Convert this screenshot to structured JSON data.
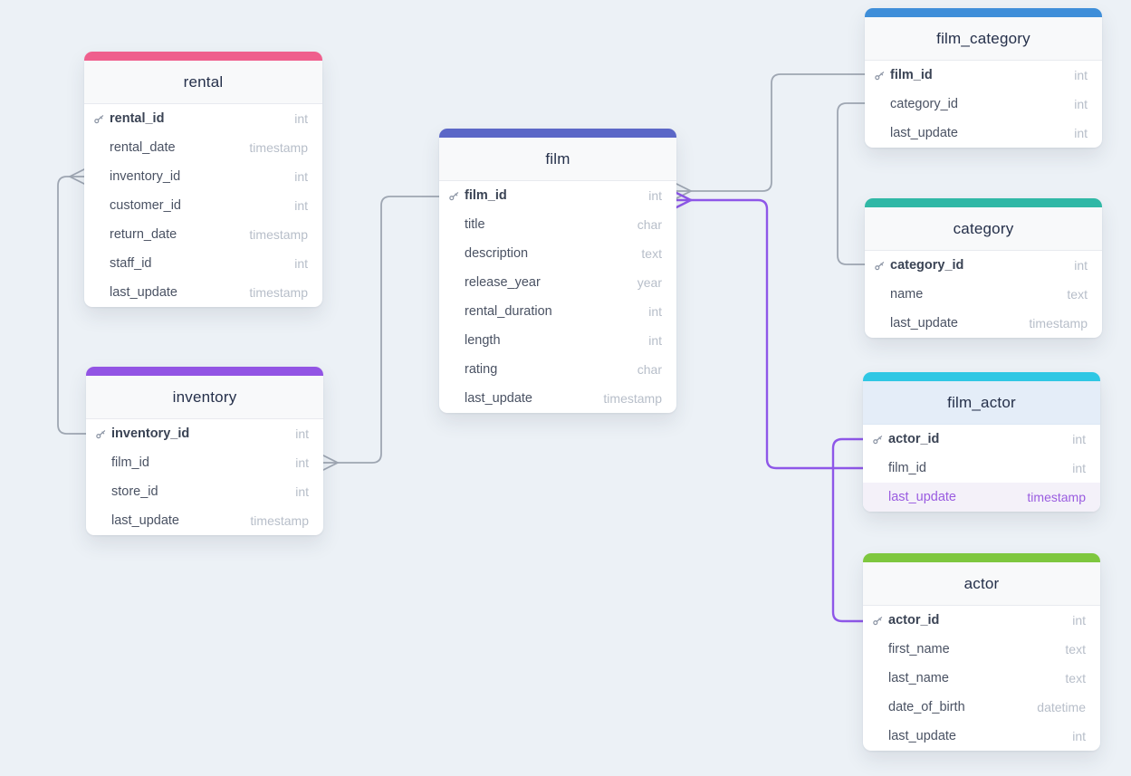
{
  "theme": {
    "canvas_bg": "#ecf1f6",
    "card_bg": "#ffffff",
    "title_bg": "#f8f9fa",
    "selected_title_bg": "#e4edf8",
    "relationship_gray": "#9ea6b2",
    "relationship_purple": "#8e57e8",
    "highlight_text": "#9a5ce0",
    "highlight_bg": "#f4f1f9"
  },
  "tables": [
    {
      "id": "rental",
      "name": "rental",
      "accent": "#ef5f8d",
      "selected": false,
      "fields": [
        {
          "name": "rental_id",
          "type": "int",
          "pk": true
        },
        {
          "name": "rental_date",
          "type": "timestamp"
        },
        {
          "name": "inventory_id",
          "type": "int"
        },
        {
          "name": "customer_id",
          "type": "int"
        },
        {
          "name": "return_date",
          "type": "timestamp"
        },
        {
          "name": "staff_id",
          "type": "int"
        },
        {
          "name": "last_update",
          "type": "timestamp"
        }
      ]
    },
    {
      "id": "inventory",
      "name": "inventory",
      "accent": "#9254e4",
      "selected": false,
      "fields": [
        {
          "name": "inventory_id",
          "type": "int",
          "pk": true
        },
        {
          "name": "film_id",
          "type": "int"
        },
        {
          "name": "store_id",
          "type": "int"
        },
        {
          "name": "last_update",
          "type": "timestamp"
        }
      ]
    },
    {
      "id": "film",
      "name": "film",
      "accent": "#5b67c7",
      "selected": false,
      "fields": [
        {
          "name": "film_id",
          "type": "int",
          "pk": true
        },
        {
          "name": "title",
          "type": "char"
        },
        {
          "name": "description",
          "type": "text"
        },
        {
          "name": "release_year",
          "type": "year"
        },
        {
          "name": "rental_duration",
          "type": "int"
        },
        {
          "name": "length",
          "type": "int"
        },
        {
          "name": "rating",
          "type": "char"
        },
        {
          "name": "last_update",
          "type": "timestamp"
        }
      ]
    },
    {
      "id": "film_category",
      "name": "film_category",
      "accent": "#3e8ed9",
      "selected": false,
      "fields": [
        {
          "name": "film_id",
          "type": "int",
          "pk": true
        },
        {
          "name": "category_id",
          "type": "int"
        },
        {
          "name": "last_update",
          "type": "int"
        }
      ]
    },
    {
      "id": "category",
      "name": "category",
      "accent": "#30b8a6",
      "selected": false,
      "fields": [
        {
          "name": "category_id",
          "type": "int",
          "pk": true
        },
        {
          "name": "name",
          "type": "text"
        },
        {
          "name": "last_update",
          "type": "timestamp"
        }
      ]
    },
    {
      "id": "film_actor",
      "name": "film_actor",
      "accent": "#2fc7e4",
      "selected": true,
      "fields": [
        {
          "name": "actor_id",
          "type": "int",
          "pk": true
        },
        {
          "name": "film_id",
          "type": "int"
        },
        {
          "name": "last_update",
          "type": "timestamp",
          "highlight": true
        }
      ]
    },
    {
      "id": "actor",
      "name": "actor",
      "accent": "#7ec73e",
      "selected": false,
      "fields": [
        {
          "name": "actor_id",
          "type": "int",
          "pk": true
        },
        {
          "name": "first_name",
          "type": "text"
        },
        {
          "name": "last_name",
          "type": "text"
        },
        {
          "name": "date_of_birth",
          "type": "datetime"
        },
        {
          "name": "last_update",
          "type": "int"
        }
      ]
    }
  ],
  "relationships": [
    {
      "id": "rental_inventory",
      "from": "inventory.inventory_id",
      "to": "rental.inventory_id",
      "color": "#9ea6b2"
    },
    {
      "id": "inventory_film",
      "from": "inventory.film_id",
      "to": "film.film_id",
      "color": "#9ea6b2"
    },
    {
      "id": "film_category_film",
      "from": "film_category.film_id",
      "to": "film.film_id",
      "color": "#9ea6b2"
    },
    {
      "id": "film_category_category",
      "from": "film_category.category_id",
      "to": "category.category_id",
      "color": "#9ea6b2"
    },
    {
      "id": "film_actor_film",
      "from": "film_actor.film_id",
      "to": "film.film_id",
      "color": "#8e57e8"
    },
    {
      "id": "film_actor_actor",
      "from": "film_actor.actor_id",
      "to": "actor.actor_id",
      "color": "#8e57e8"
    }
  ]
}
